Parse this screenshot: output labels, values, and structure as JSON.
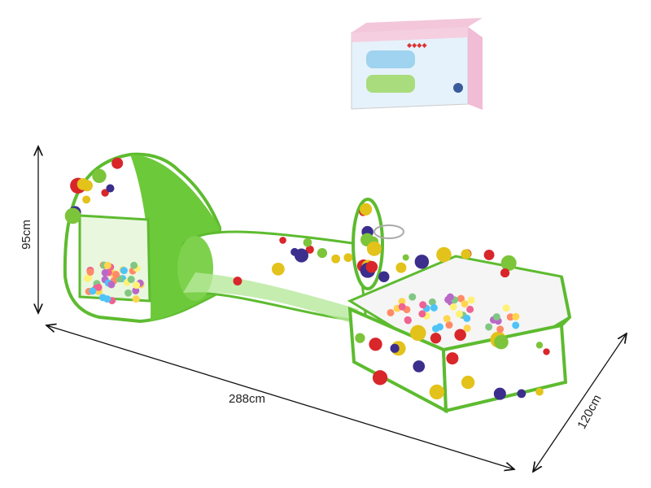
{
  "dimensions": {
    "height": "95cm",
    "length": "288cm",
    "width": "120cm"
  },
  "colors": {
    "tent_green": "#6cc93a",
    "dot_red": "#d8262a",
    "dot_yellow": "#e3c21b",
    "dot_purple": "#3b2e8c",
    "dot_green": "#7cc43a",
    "box_pink": "#e8a6c6",
    "box_blue": "#cfe6f7"
  }
}
